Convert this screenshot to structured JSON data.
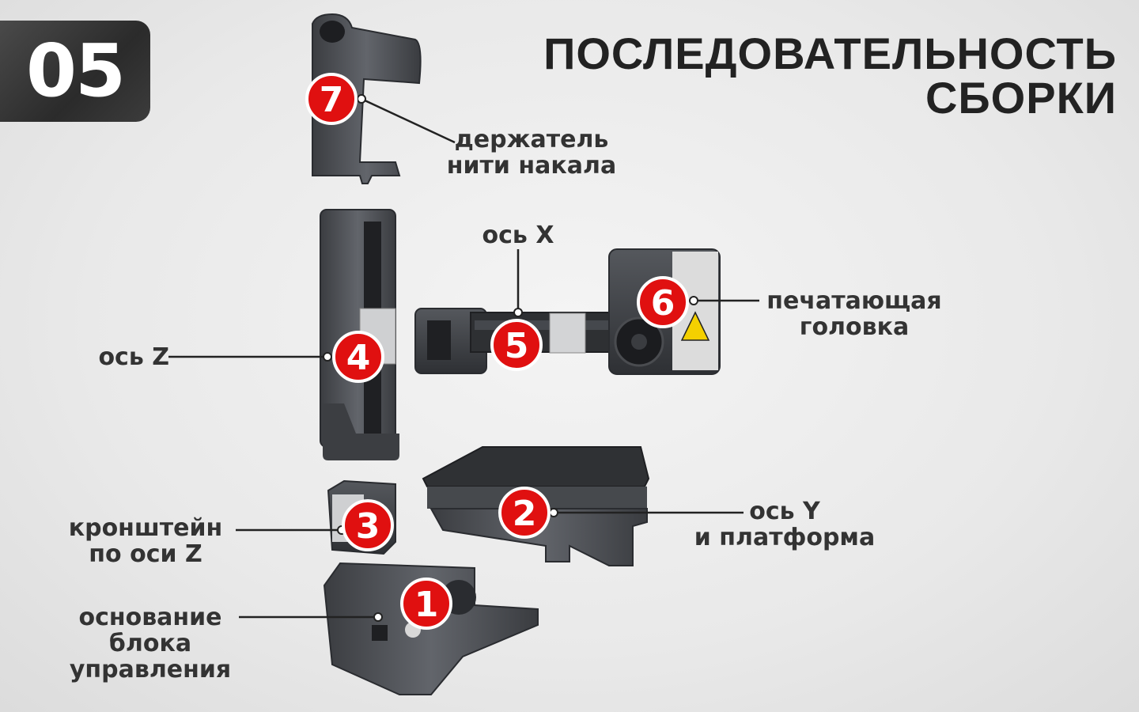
{
  "badge": "05",
  "title": [
    "ПОСЛЕДОВАТЕЛЬНОСТЬ",
    "СБОРКИ"
  ],
  "colors": {
    "marker": "#e01010",
    "part": "#5a5d62",
    "part_dark": "#2f3135",
    "text": "#333333"
  },
  "parts": [
    {
      "number": "1",
      "label_lines": [
        "основание",
        "блока",
        "управления"
      ]
    },
    {
      "number": "2",
      "label_lines": [
        "ось Y",
        "и платформа"
      ]
    },
    {
      "number": "3",
      "label_lines": [
        "кронштейн",
        "по оси Z"
      ]
    },
    {
      "number": "4",
      "label_lines": [
        "ось Z"
      ]
    },
    {
      "number": "5",
      "label_lines": [
        "ось X"
      ]
    },
    {
      "number": "6",
      "label_lines": [
        "печатающая",
        "головка"
      ]
    },
    {
      "number": "7",
      "label_lines": [
        "держатель",
        "нити накала"
      ]
    }
  ]
}
